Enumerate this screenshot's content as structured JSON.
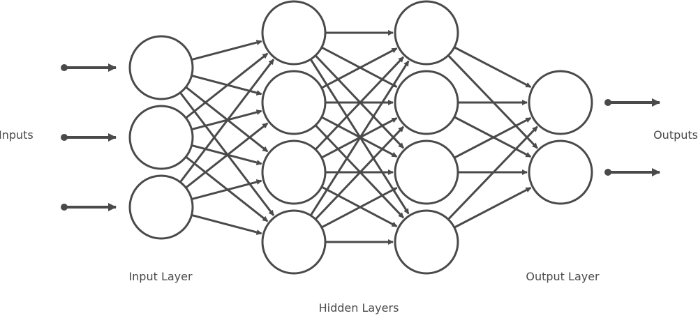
{
  "labels": {
    "inputs": "Inputs",
    "outputs": "Outputs",
    "input_layer": "Input Layer",
    "hidden_layers": "Hidden Layers",
    "output_layer": "Output Layer"
  },
  "network": {
    "layers": [
      {
        "name": "input",
        "nodes": 3
      },
      {
        "name": "hidden-1",
        "nodes": 4
      },
      {
        "name": "hidden-2",
        "nodes": 4
      },
      {
        "name": "output",
        "nodes": 2
      }
    ],
    "input_arrows": 3,
    "output_arrows": 2
  },
  "colors": {
    "stroke": "#4a4a4a",
    "background": "#ffffff"
  }
}
